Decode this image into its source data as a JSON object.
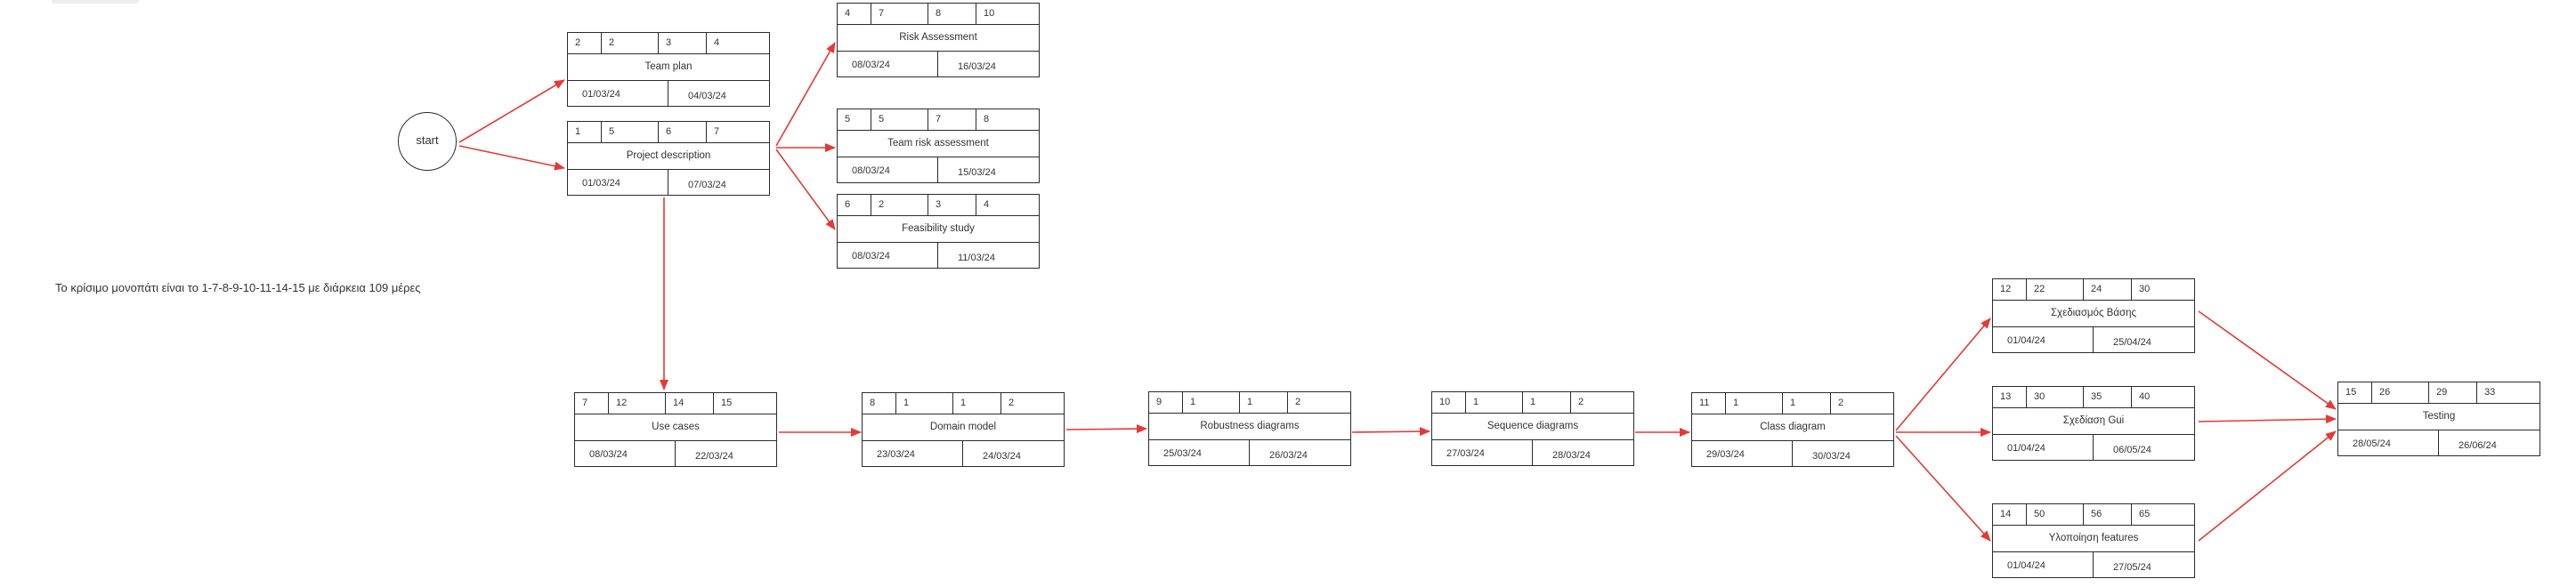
{
  "start_label": "start",
  "critical_path_note": "Το κρίσιμο μονοπάτι είναι το 1-7-8-9-10-11-14-15  με διάρκεια 109 μέρες",
  "colors": {
    "arrow": "#e53935",
    "border": "#2b2b2b",
    "text": "#333333"
  },
  "tasks": [
    {
      "id": "team-plan",
      "cells": [
        "2",
        "2",
        "3",
        "4"
      ],
      "name": "Team plan",
      "start": "01/03/24",
      "end": "04/03/24"
    },
    {
      "id": "project-description",
      "cells": [
        "1",
        "5",
        "6",
        "7"
      ],
      "name": "Project description",
      "start": "01/03/24",
      "end": "07/03/24"
    },
    {
      "id": "risk-assessment",
      "cells": [
        "4",
        "7",
        "8",
        "10"
      ],
      "name": "Risk Assessment",
      "start": "08/03/24",
      "end": "16/03/24"
    },
    {
      "id": "team-risk-assessment",
      "cells": [
        "5",
        "5",
        "7",
        "8"
      ],
      "name": "Team risk assessment",
      "start": "08/03/24",
      "end": "15/03/24"
    },
    {
      "id": "feasibility-study",
      "cells": [
        "6",
        "2",
        "3",
        "4"
      ],
      "name": "Feasibility study",
      "start": "08/03/24",
      "end": "11/03/24"
    },
    {
      "id": "use-cases",
      "cells": [
        "7",
        "12",
        "14",
        "15"
      ],
      "name": "Use cases",
      "start": "08/03/24",
      "end": "22/03/24"
    },
    {
      "id": "domain-model",
      "cells": [
        "8",
        "1",
        "1",
        "2"
      ],
      "name": "Domain model",
      "start": "23/03/24",
      "end": "24/03/24"
    },
    {
      "id": "robustness-diagrams",
      "cells": [
        "9",
        "1",
        "1",
        "2"
      ],
      "name": "Robustness diagrams",
      "start": "25/03/24",
      "end": "26/03/24"
    },
    {
      "id": "sequence-diagrams",
      "cells": [
        "10",
        "1",
        "1",
        "2"
      ],
      "name": "Sequence diagrams",
      "start": "27/03/24",
      "end": "28/03/24"
    },
    {
      "id": "class-diagram",
      "cells": [
        "11",
        "1",
        "1",
        "2"
      ],
      "name": "Class diagram",
      "start": "29/03/24",
      "end": "30/03/24"
    },
    {
      "id": "database-design",
      "cells": [
        "12",
        "22",
        "24",
        "30"
      ],
      "name": "Σχεδιασμός Βάσης",
      "start": "01/04/24",
      "end": "25/04/24"
    },
    {
      "id": "gui-design",
      "cells": [
        "13",
        "30",
        "35",
        "40"
      ],
      "name": "Σχεδίαση Gui",
      "start": "01/04/24",
      "end": "06/05/24"
    },
    {
      "id": "features-implementation",
      "cells": [
        "14",
        "50",
        "56",
        "65"
      ],
      "name": "Υλοποίηση features",
      "start": "01/04/24",
      "end": "27/05/24"
    },
    {
      "id": "testing",
      "cells": [
        "15",
        "26",
        "29",
        "33"
      ],
      "name": "Testing",
      "start": "28/05/24",
      "end": "26/06/24"
    }
  ]
}
